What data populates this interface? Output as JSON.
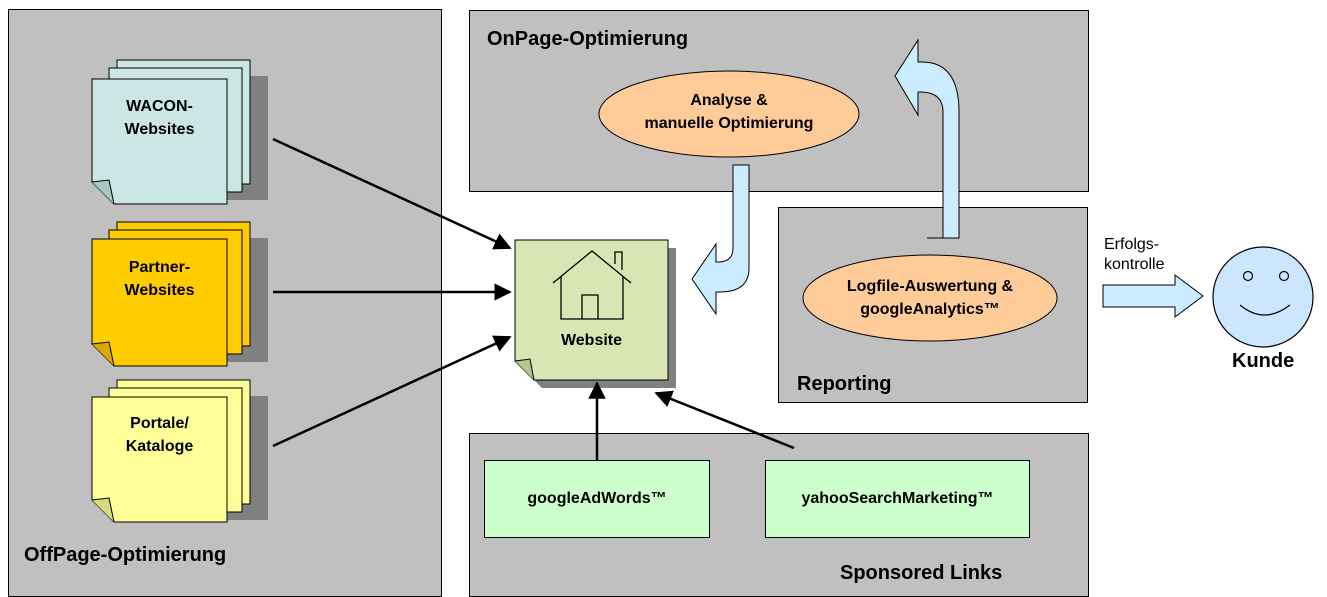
{
  "panels": {
    "offpage": "OffPage-Optimierung",
    "onpage": "OnPage-Optimierung",
    "reporting": "Reporting",
    "sponsored": "Sponsored Links"
  },
  "sources": {
    "wacon": [
      "WACON-",
      "Websites"
    ],
    "partner": [
      "Partner-",
      "Websites"
    ],
    "portale": [
      "Portale/",
      "Kataloge"
    ]
  },
  "website": {
    "label": "Website"
  },
  "onpage_task": [
    "Analyse &",
    "manuelle Optimierung"
  ],
  "reporting_task": [
    "Logfile-Auswertung &",
    "googleAnalytics™"
  ],
  "sponsored_items": {
    "google": "googleAdWords™",
    "yahoo": "yahooSearchMarketing™"
  },
  "erfolgskontrolle": [
    "Erfolgs-",
    "kontrolle"
  ],
  "kunde": "Kunde",
  "colors": {
    "panel": "#c0c0c0",
    "wacon": "#cce6e6",
    "partner": "#ffcc00",
    "portale": "#ffff99",
    "website": "#d9e6b3",
    "ellipse": "#ffcc99",
    "sponsor": "#ccffcc",
    "arrow_fill": "#ccecff",
    "face": "#cce6ff"
  }
}
